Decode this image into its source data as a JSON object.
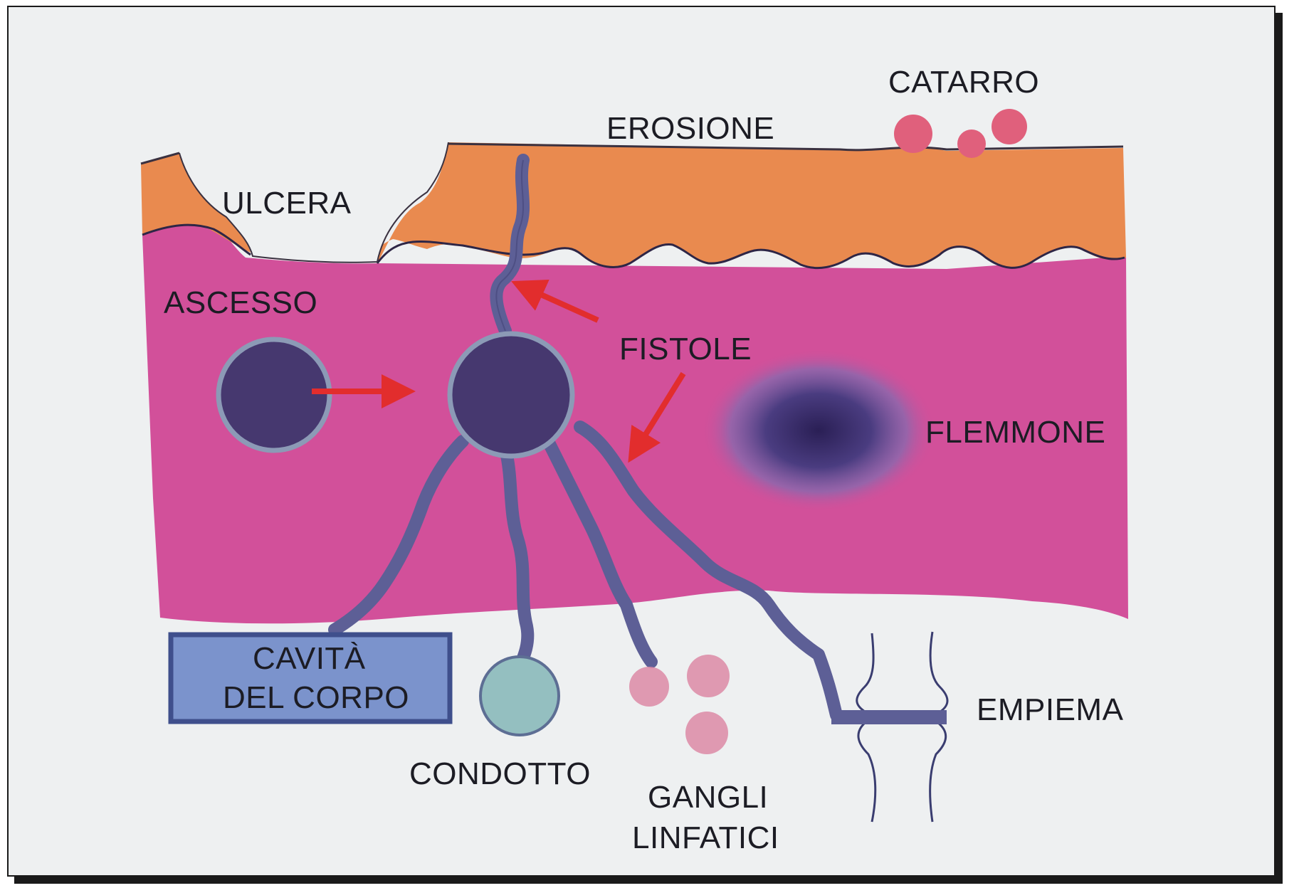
{
  "diagram": {
    "labels": {
      "catarro": "CATARRO",
      "erosione": "EROSIONE",
      "ulcera": "ULCERA",
      "ascesso": "ASCESSO",
      "fistole": "FISTOLE",
      "flemmone": "FLEMMONE",
      "cavita_line1": "CAVITÀ",
      "cavita_line2": "DEL CORPO",
      "condotto": "CONDOTTO",
      "gangli_line1": "GANGLI",
      "gangli_line2": "LINFATICI",
      "empiema": "EMPIEMA"
    },
    "colors": {
      "epithelium": "#e98a4f",
      "tissue": "#d2509a",
      "abscess": "#46386f",
      "fistula": "#5d5f96",
      "arrow": "#e22d2d",
      "body_cavity": "#7b93cc",
      "duct": "#94bfc0",
      "lymph_node": "#dc8aa6",
      "mucus": "#e0607c"
    }
  }
}
